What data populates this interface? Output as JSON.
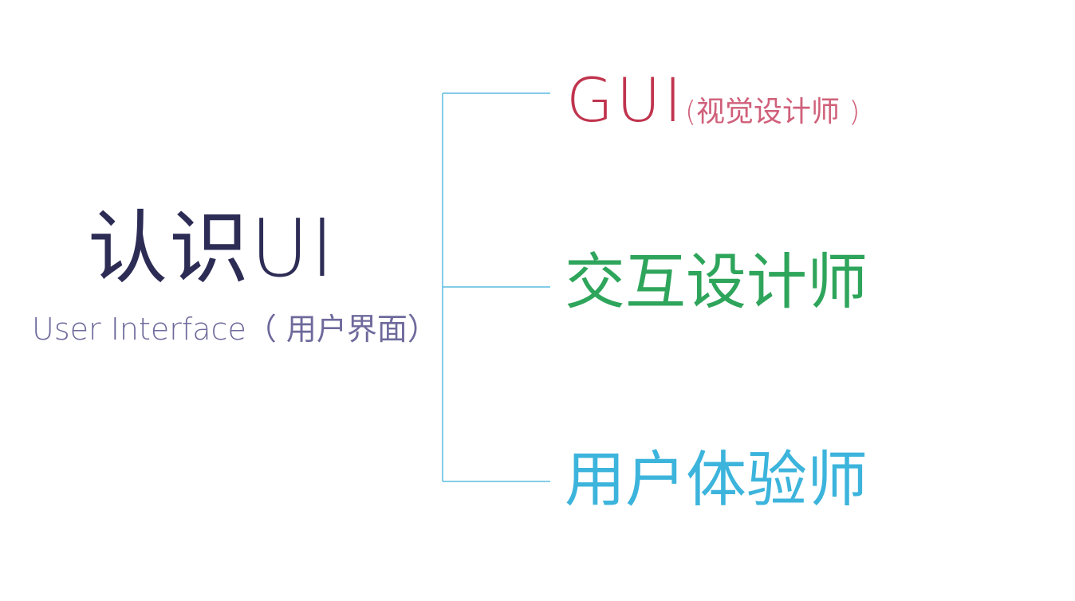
{
  "main": {
    "title": "认识UI",
    "subtitle": "User Interface（ 用户界面）"
  },
  "branches": [
    {
      "label": "GUI",
      "note": "(视觉设计师 )"
    },
    {
      "label": "交互设计师"
    },
    {
      "label": "用户体验师"
    }
  ],
  "colors": {
    "title": "#2c2c55",
    "subtitle": "#6e6a9c",
    "connector": "#5bbbe0",
    "gui": "#c0344e",
    "interaction": "#2ea55b",
    "ux": "#3cb4dc",
    "background": "#ffffff"
  }
}
